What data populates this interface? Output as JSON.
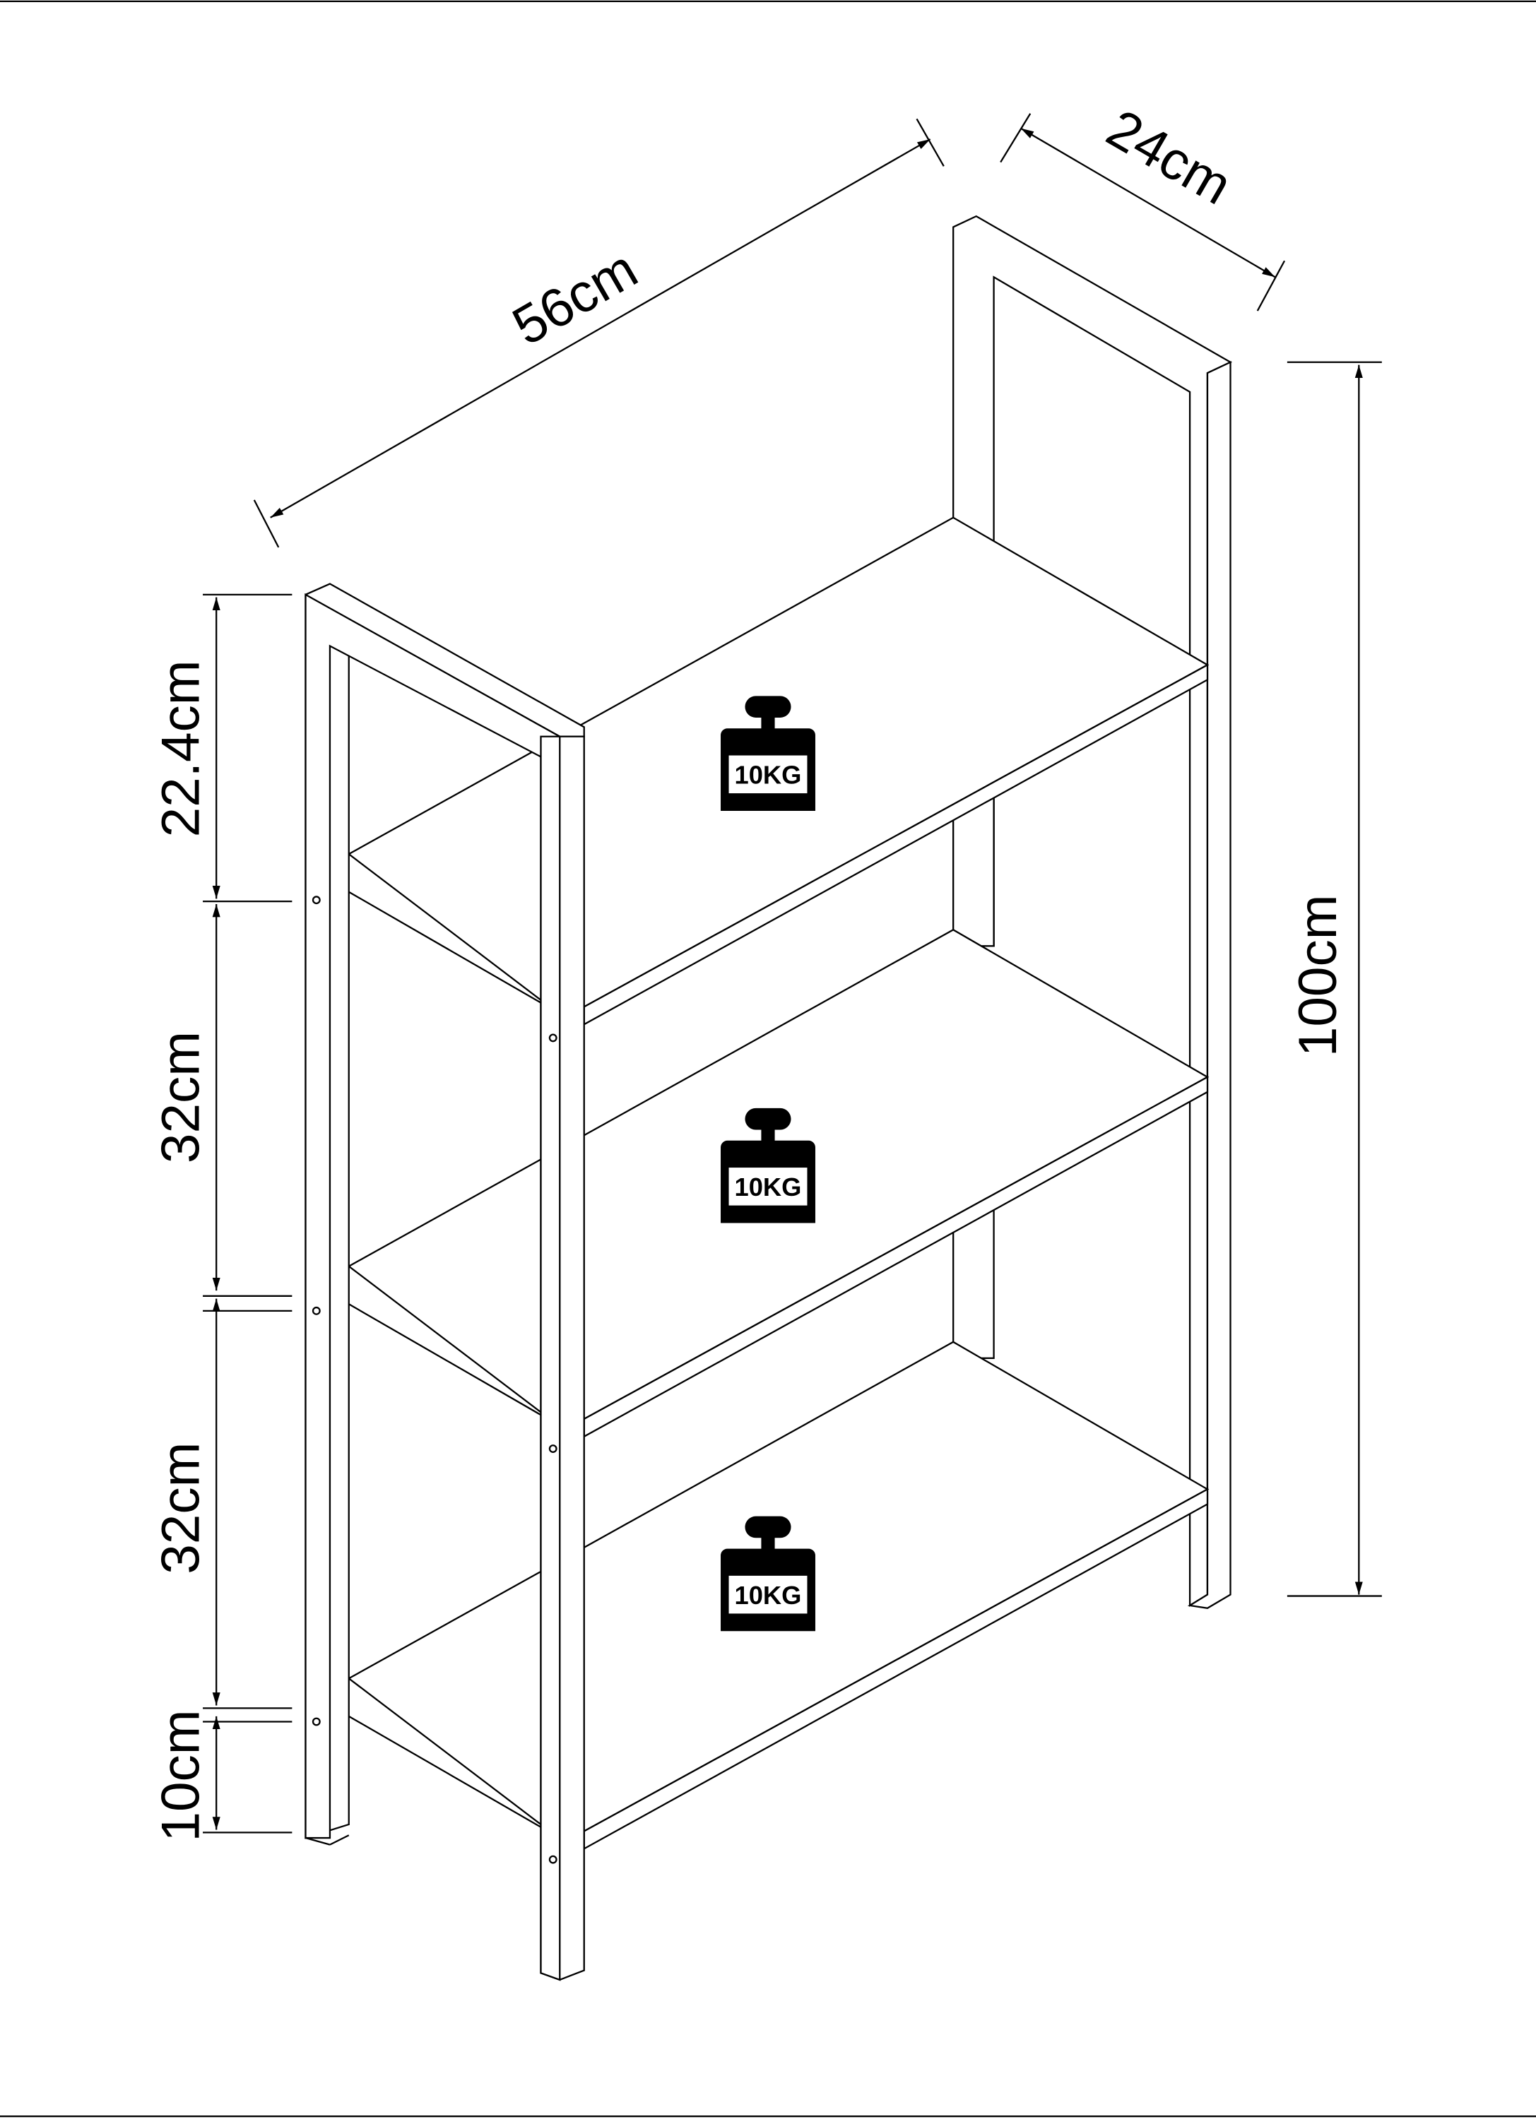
{
  "diagram": {
    "dimensions": {
      "width": "56cm",
      "depth": "24cm",
      "height": "100cm",
      "top_gap": "22.4cm",
      "middle_gap_1": "32cm",
      "middle_gap_2": "32cm",
      "bottom_gap": "10cm"
    },
    "shelf_loads": [
      {
        "label": "10KG",
        "icon": "weight-icon"
      },
      {
        "label": "10KG",
        "icon": "weight-icon"
      },
      {
        "label": "10KG",
        "icon": "weight-icon"
      }
    ],
    "colors": {
      "line": "#000000",
      "background": "#ffffff"
    }
  }
}
